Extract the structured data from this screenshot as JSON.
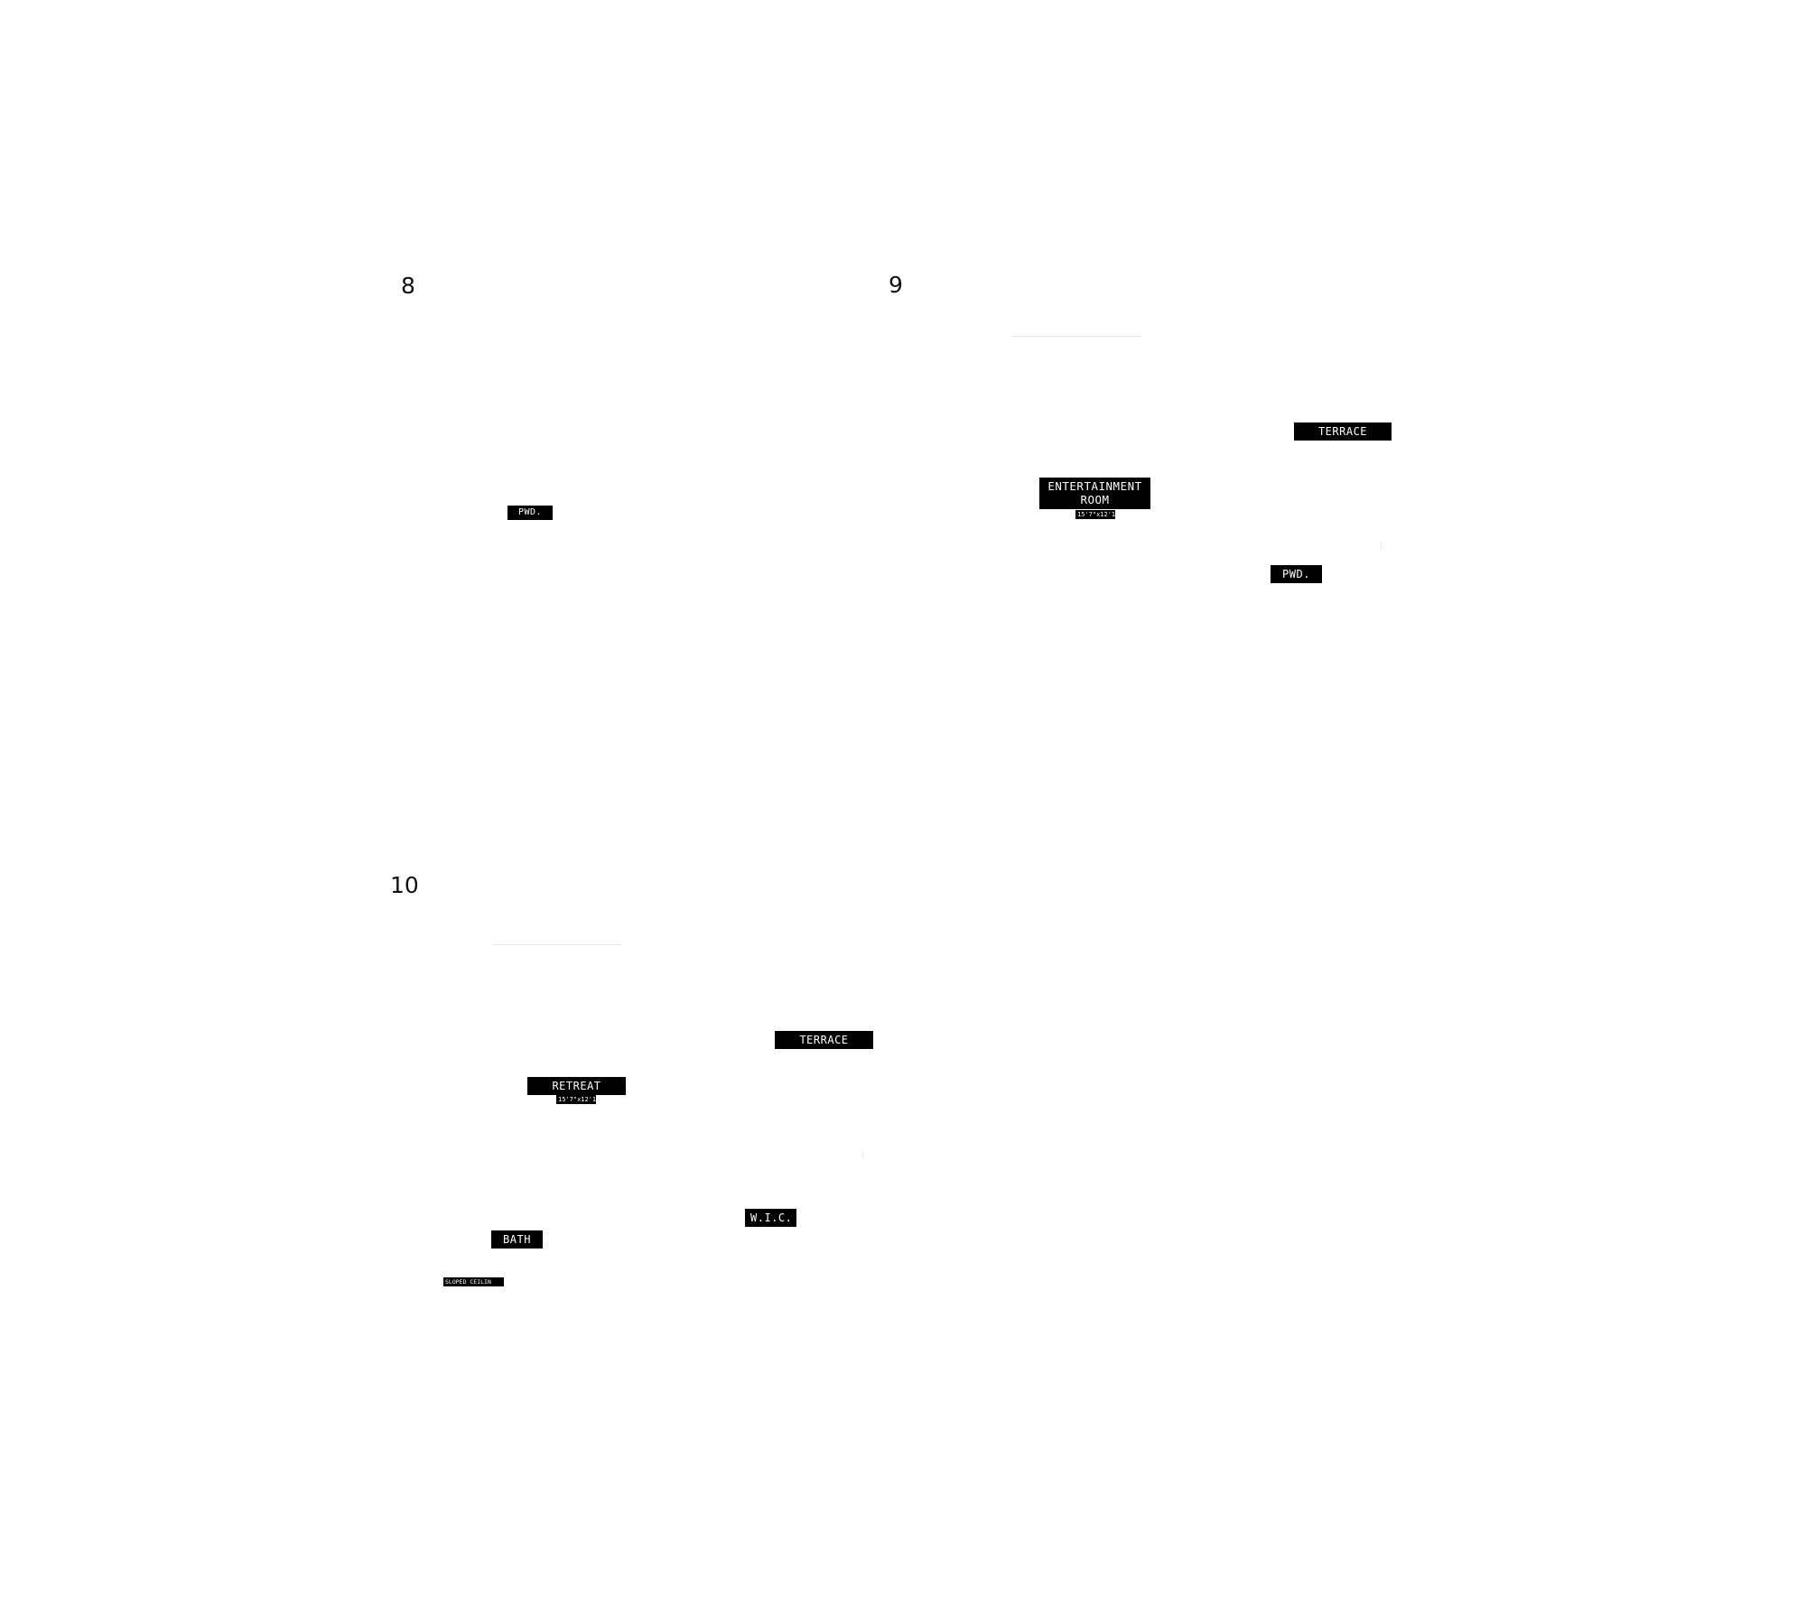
{
  "plans": [
    {
      "number": "8",
      "labels": {
        "pwd": "PWD."
      }
    },
    {
      "number": "9",
      "labels": {
        "terrace": "TERRACE",
        "entertainment_line1": "ENTERTAINMENT",
        "entertainment_line2": "ROOM",
        "entertainment_dim": "15'7\"x12'11\"",
        "pwd": "PWD."
      }
    },
    {
      "number": "10",
      "labels": {
        "terrace": "TERRACE",
        "retreat": "RETREAT",
        "retreat_dim": "15'7\"x12'11\"",
        "wic": "W.I.C.",
        "bath": "BATH",
        "sloped_ceiling": "SLOPED CEILIN"
      }
    }
  ],
  "colors": {
    "label_bg": "#000000",
    "label_text": "#ffffff",
    "number_text": "#111111",
    "faint_line": "#e9e9e9"
  }
}
